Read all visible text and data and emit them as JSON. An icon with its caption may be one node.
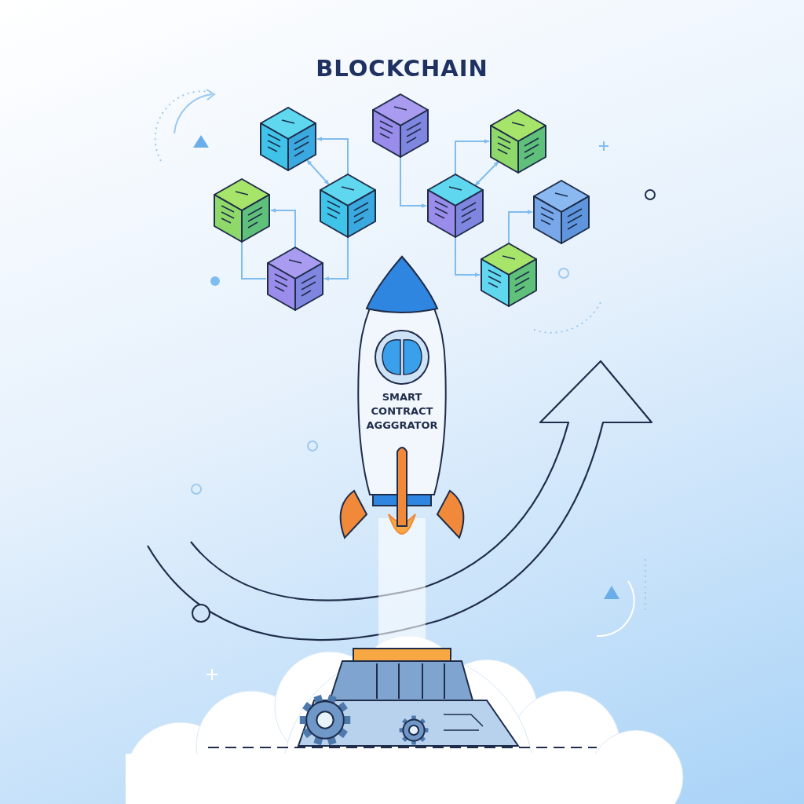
{
  "diagram": {
    "title": "BLOCKCHAIN",
    "nodes": [
      {
        "text": [],
        "shape": "cube"
      },
      {
        "text": [],
        "shape": "cube"
      },
      {
        "text": [],
        "shape": "cube"
      },
      {
        "text": [],
        "shape": "cube"
      },
      {
        "text": [],
        "shape": "cube"
      },
      {
        "text": [],
        "shape": "cube"
      },
      {
        "text": [],
        "shape": "cube"
      },
      {
        "text": [],
        "shape": "cube"
      },
      {
        "text": [],
        "shape": "cube"
      },
      {
        "text": [
          "SMART CONTRACT AGGGRATOR"
        ]
      }
    ],
    "edges": [
      {
        "from": 4,
        "to": 0,
        "arrow": "to"
      },
      {
        "from": 0,
        "to": 4,
        "arrow": "both"
      },
      {
        "from": 3,
        "to": 7,
        "arrow": "none"
      },
      {
        "from": 7,
        "to": 3,
        "arrow": "to"
      },
      {
        "from": 4,
        "to": 7,
        "arrow": "to"
      },
      {
        "from": 1,
        "to": 5,
        "arrow": "to"
      },
      {
        "from": 5,
        "to": 2,
        "arrow": "to"
      },
      {
        "from": 5,
        "to": 2,
        "arrow": "both"
      },
      {
        "from": 8,
        "to": 6,
        "arrow": "to"
      },
      {
        "from": 5,
        "to": 8,
        "arrow": "to"
      }
    ]
  }
}
